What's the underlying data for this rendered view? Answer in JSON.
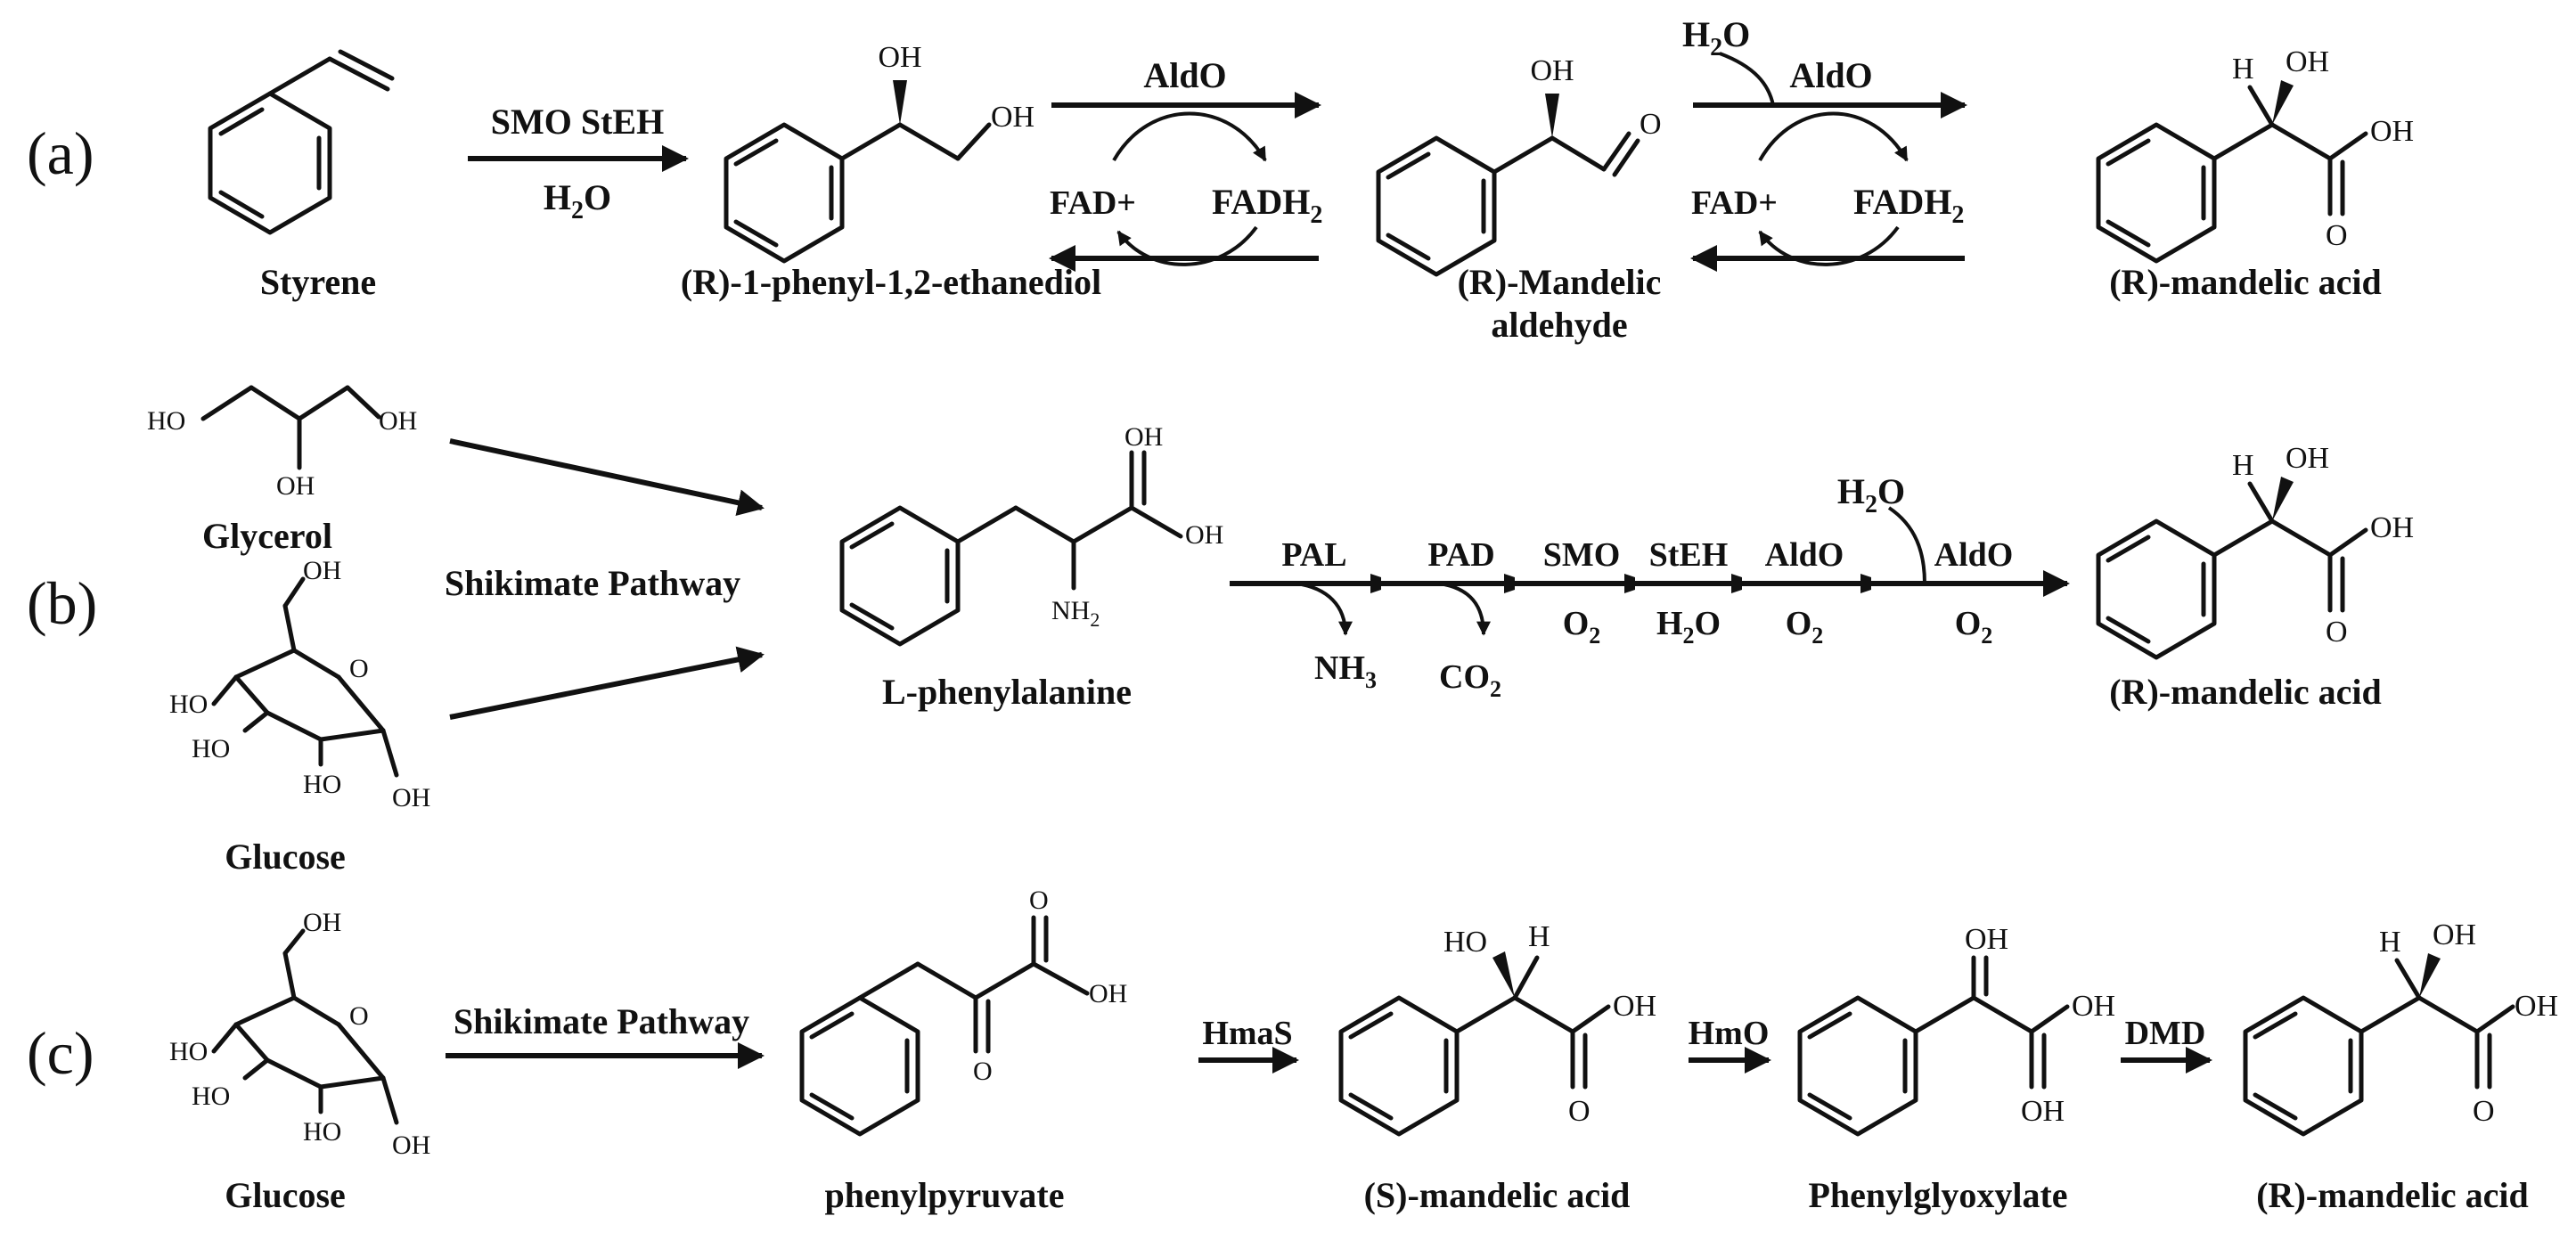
{
  "panels": {
    "a": {
      "label": "(a)",
      "compounds": [
        "Styrene",
        "(R)-1-phenyl-1,2-ethanediol",
        "(R)-Mandelic",
        "aldehyde",
        "(R)-mandelic acid"
      ],
      "step1": {
        "enzymes": "SMO StEH",
        "cofactor": "H2O"
      },
      "step2": {
        "enzyme": "AldO",
        "cofactor_in": "FAD+",
        "cofactor_out": "FADH2"
      },
      "step3": {
        "water": "H2O",
        "enzyme": "AldO",
        "cofactor_in": "FAD+",
        "cofactor_out": "FADH2"
      }
    },
    "b": {
      "label": "(b)",
      "substrates": [
        "Glycerol",
        "Glucose"
      ],
      "pathway": "Shikimate Pathway",
      "intermediate": "L-phenylalanine",
      "enzymes": [
        "PAL",
        "PAD",
        "SMO",
        "StEH",
        "AldO",
        "AldO"
      ],
      "byproducts": [
        "NH3",
        "CO2"
      ],
      "cosubstrates": [
        "O2",
        "H2O",
        "O2",
        "O2"
      ],
      "water": "H2O",
      "product": "(R)-mandelic acid"
    },
    "c": {
      "label": "(c)",
      "substrate": "Glucose",
      "pathway": "Shikimate Pathway",
      "compounds": [
        "phenylpyruvate",
        "(S)-mandelic acid",
        "Phenylglyoxylate",
        "(R)-mandelic acid"
      ],
      "enzymes": [
        "HmaS",
        "HmO",
        "DMD"
      ]
    }
  },
  "atoms": {
    "OH": "OH",
    "HO": "HO",
    "O": "O",
    "H": "H",
    "NH2": "NH2"
  }
}
